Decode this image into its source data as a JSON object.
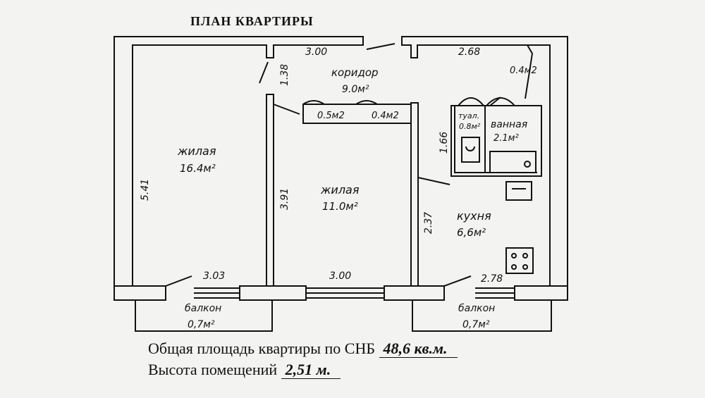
{
  "title": "ПЛАН КВАРТИРЫ",
  "rooms": {
    "living1": {
      "name": "жилая",
      "area": "16.4м²"
    },
    "living2": {
      "name": "жилая",
      "area": "11.0м²"
    },
    "corridor": {
      "name": "коридор",
      "area": "9.0м²"
    },
    "kitchen": {
      "name": "кухня",
      "area": "6,6м²"
    },
    "toilet": {
      "name": "туал.",
      "area": "0.8м²"
    },
    "bath": {
      "name": "ванная",
      "area": "2.1м²"
    },
    "closet1": {
      "area": "0.5м2"
    },
    "closet2": {
      "area": "0.4м2"
    },
    "closet3": {
      "area": "0.4м2"
    },
    "balcony1": {
      "name": "балкон",
      "area": "0,7м²"
    },
    "balcony2": {
      "name": "балкон",
      "area": "0,7м²"
    }
  },
  "dimensions": {
    "corridor_width": "3.00",
    "kitchen_top": "2.68",
    "corridor_height": "1.38",
    "room1_height": "5.41",
    "room2_height": "3.91",
    "bath_height": "1.66",
    "kitchen_height": "2.37",
    "room1_width": "3.03",
    "room2_width": "3.00",
    "kitchen_width": "2.78"
  },
  "summary": {
    "area_label": "Общая площадь квартиры по СНБ",
    "area_value": "48,6 кв.м.",
    "height_label": "Высота помещений",
    "height_value": "2,51 м."
  }
}
